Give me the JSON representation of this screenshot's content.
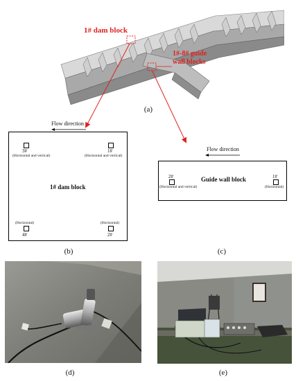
{
  "panel_a": {
    "caption": "(a)",
    "dam_block_label": "1# dam block",
    "guide_wall_label_line1": "1#-8# guide",
    "guide_wall_label_line2": "wall blocks"
  },
  "panel_b": {
    "caption": "(b)",
    "flow_label": "Flow direction",
    "title": "1# dam block",
    "points": [
      {
        "id": "3#",
        "desc": "(Horizontal and vertical)"
      },
      {
        "id": "1#",
        "desc": "(Horizontal and vertical)"
      },
      {
        "id": "4#",
        "desc": "(Horizontal)"
      },
      {
        "id": "2#",
        "desc": "(Horizontal)"
      }
    ]
  },
  "panel_c": {
    "caption": "(c)",
    "flow_label": "Flow direction",
    "title": "Guide wall block",
    "points": [
      {
        "id": "2#",
        "desc": "(Horizontal and vertical)"
      },
      {
        "id": "1#",
        "desc": "(Horizontal)"
      }
    ]
  },
  "panel_d": {
    "caption": "(d)"
  },
  "panel_e": {
    "caption": "(e)"
  },
  "colors": {
    "accent_red": "#e02020",
    "line": "#000000"
  }
}
